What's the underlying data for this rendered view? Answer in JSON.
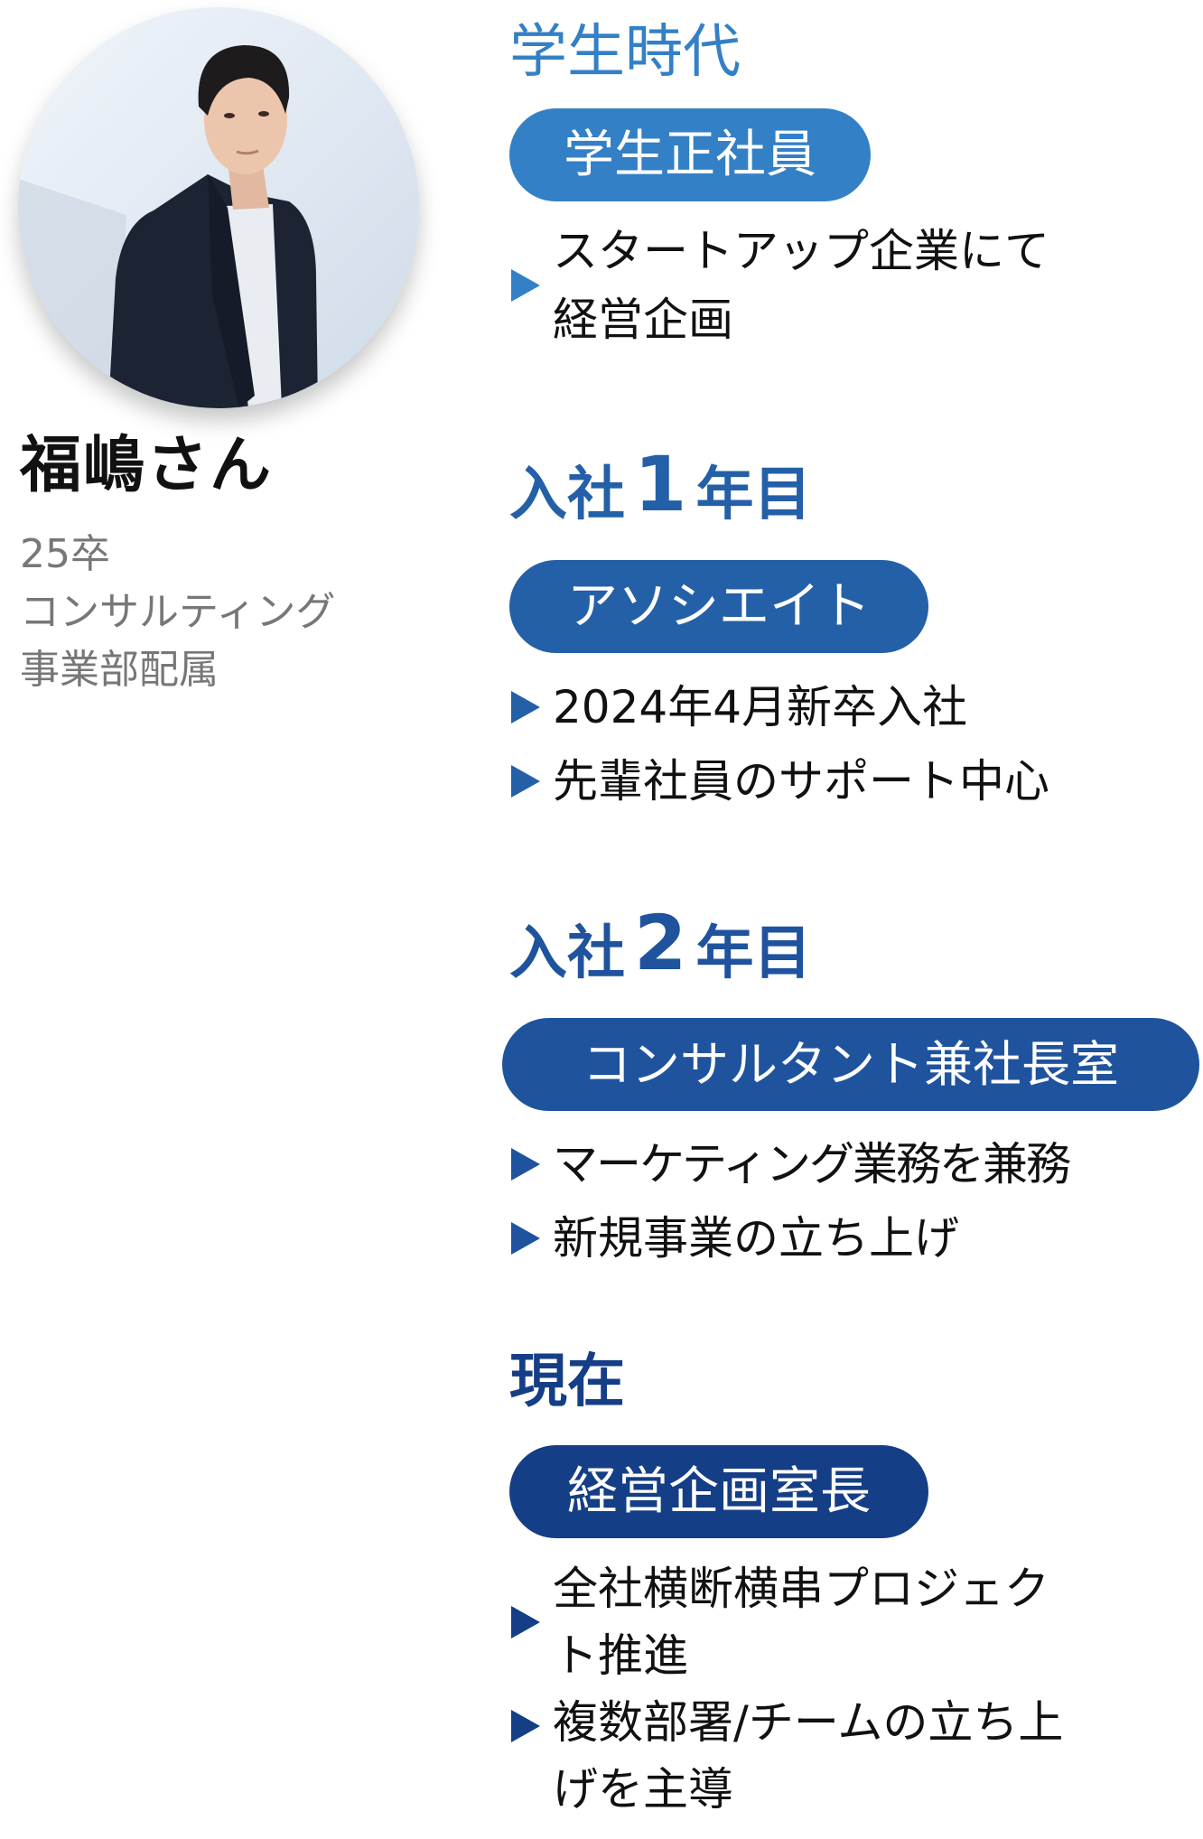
{
  "profile": {
    "name": "福嶋さん",
    "graduation": "25卒",
    "department_line1": "コンサルティング",
    "department_line2": "事業部配属",
    "photo_icon": "person-portrait"
  },
  "timeline": [
    {
      "heading_prefix": "学生時代",
      "heading_num": "",
      "heading_suffix": "",
      "role": "学生正社員",
      "color": "#3380c6",
      "bullets": [
        {
          "line1": "スタートアップ企業にて",
          "line2": "経営企画"
        }
      ]
    },
    {
      "heading_prefix": "入社",
      "heading_num": "1",
      "heading_suffix": "年目",
      "role": "アソシエイト",
      "color": "#2460a7",
      "bullets": [
        {
          "line1": "2024年4月新卒入社"
        },
        {
          "line1": "先輩社員のサポート中心"
        }
      ]
    },
    {
      "heading_prefix": "入社",
      "heading_num": "2",
      "heading_suffix": "年目",
      "role": "コンサルタント兼社長室",
      "color": "#1f539d",
      "bullets": [
        {
          "line1": "マーケティング業務を兼務"
        },
        {
          "line1": "新規事業の立ち上げ"
        }
      ]
    },
    {
      "heading_prefix": "現在",
      "heading_num": "",
      "heading_suffix": "",
      "role": "経営企画室長",
      "color": "#143e85",
      "bullets": [
        {
          "line1": "全社横断横串プロジェク",
          "line2": "ト推進"
        },
        {
          "line1": "複数部署/チームの立ち上",
          "line2": "げを主導"
        }
      ]
    }
  ],
  "icons": {
    "bullet": "triangle-right-icon"
  }
}
